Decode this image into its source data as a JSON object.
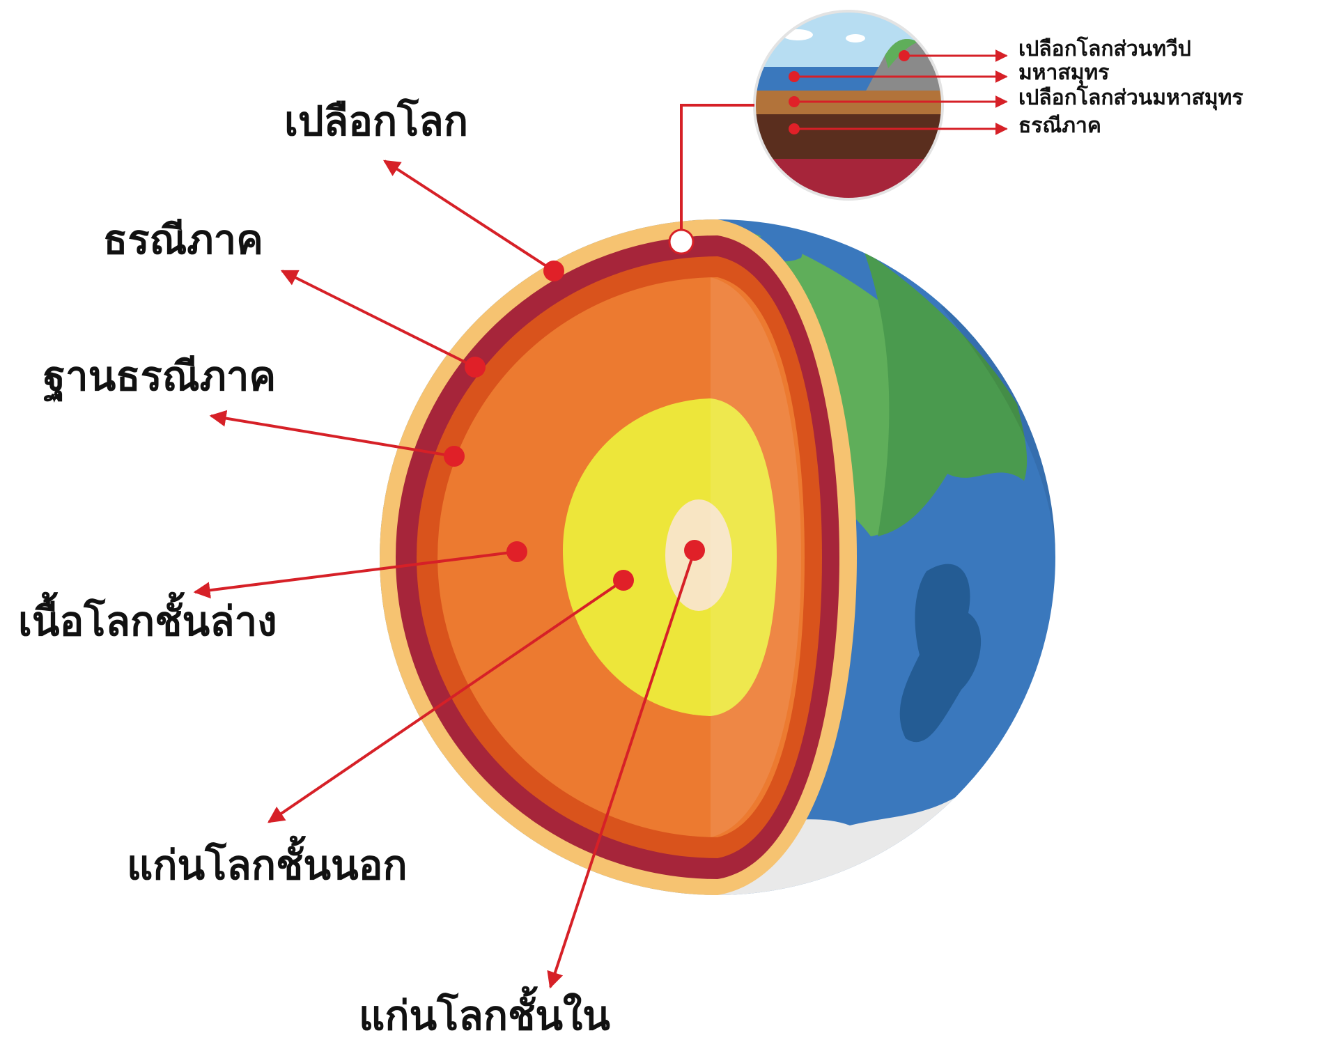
{
  "labels": {
    "crust": "เปลือกโลก",
    "lithosphere": "ธรณีภาค",
    "asthenosphere": "ฐานธรณีภาค",
    "lower_mantle": "เนื้อโลกชั้นล่าง",
    "outer_core": "แก่นโลกชั้นนอก",
    "inner_core": "แก่นโลกชั้นใน"
  },
  "inset_labels": {
    "continental_crust": "เปลือกโลกส่วนทวีป",
    "ocean": "มหาสมุทร",
    "oceanic_crust": "เปลือกโลกส่วนมหาสมุทร",
    "lithosphere": "ธรณีภาค"
  },
  "colors": {
    "arrow": "#d62027",
    "crust": "#f6c371",
    "lithosphere": "#a6253a",
    "asthenosphere": "#d9531c",
    "lower_mantle": "#ec7a30",
    "outer_core": "#ede63a",
    "inner_core": "#f8e5c3",
    "ocean": "#3a78bd",
    "land": "#5fae5a",
    "sky": "#b7ddf2"
  }
}
